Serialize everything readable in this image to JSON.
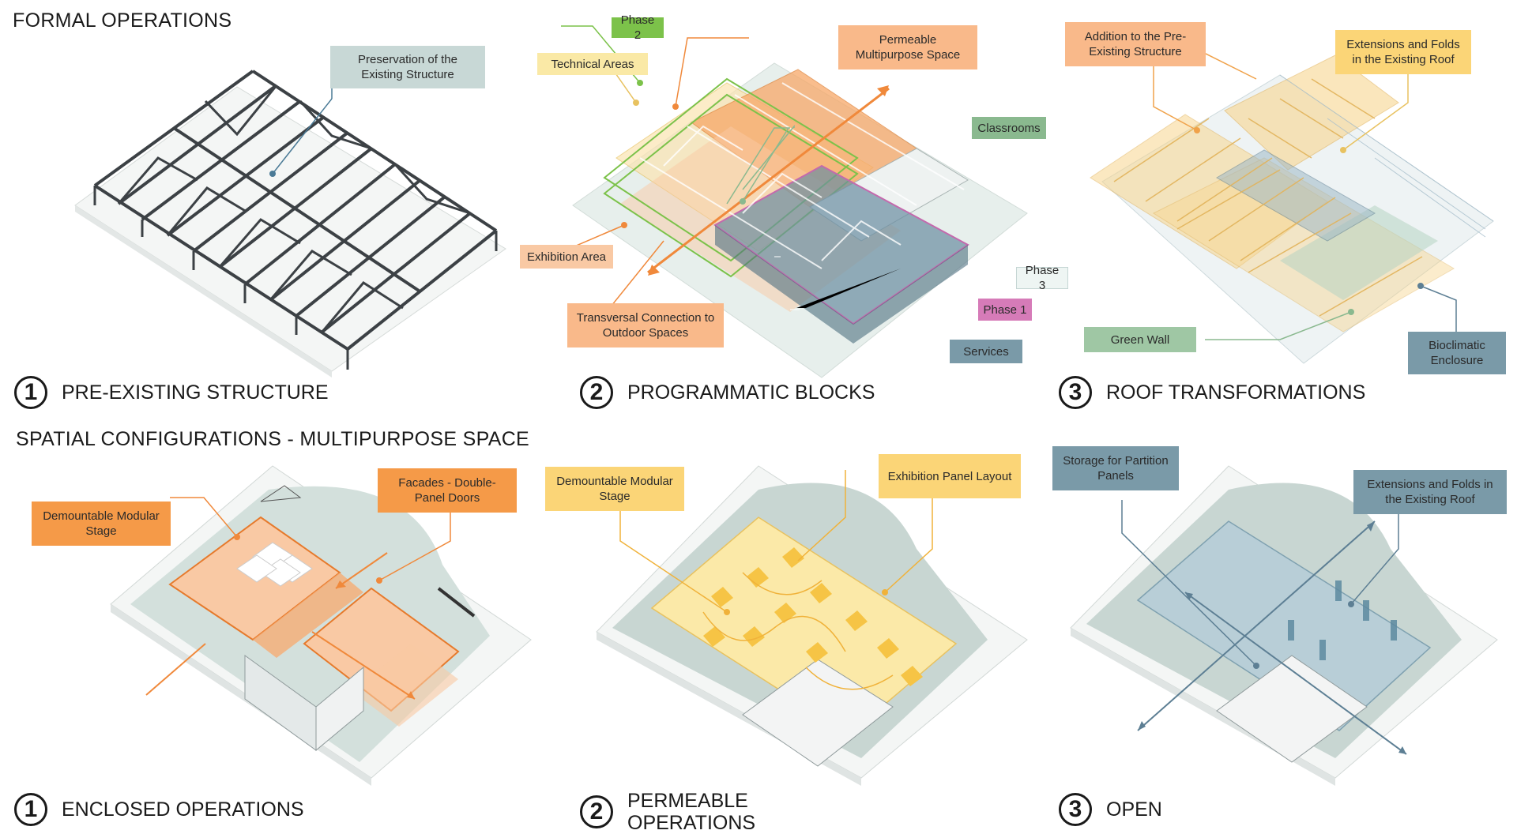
{
  "section_titles": {
    "formal": "FORMAL OPERATIONS",
    "spatial": "SPATIAL CONFIGURATIONS - MULTIPURPOSE SPACE"
  },
  "captions": {
    "c1": {
      "num": "1",
      "text": "PRE-EXISTING STRUCTURE"
    },
    "c2": {
      "num": "2",
      "text": "PROGRAMMATIC BLOCKS"
    },
    "c3": {
      "num": "3",
      "text": "ROOF TRANSFORMATIONS"
    },
    "c4": {
      "num": "1",
      "text": "ENCLOSED OPERATIONS"
    },
    "c5": {
      "num": "2",
      "text": "PERMEABLE OPERATIONS"
    },
    "c6": {
      "num": "3",
      "text": "OPEN"
    }
  },
  "labels": {
    "preservation": "Preservation of the Existing Structure",
    "phase2": "Phase 2",
    "technical": "Technical Areas",
    "permeable_space": "Permeable Multipurpose Space",
    "classrooms": "Classrooms",
    "exhibition_area": "Exhibition Area",
    "phase3": "Phase 3",
    "phase1": "Phase 1",
    "transversal": "Transversal Connection to Outdoor Spaces",
    "services": "Services",
    "addition": "Addition to the Pre-Existing Structure",
    "extensions_top": "Extensions and Folds in the Existing Roof",
    "green_wall": "Green Wall",
    "bioclimatic": "Bioclimatic Enclosure",
    "stage_enclosed": "Demountable Modular Stage",
    "facades": "Facades - Double-Panel Doors",
    "stage_permeable": "Demountable Modular Stage",
    "exhibition_panel": "Exhibition Panel Layout",
    "storage": "Storage for Partition Panels",
    "extensions_bottom": "Extensions and Folds in the Existing Roof"
  },
  "colors": {
    "orange_light": "#f9b98a",
    "orange_strong": "#f59a48",
    "yellow": "#fbd577",
    "yellow_light": "#fae9a6",
    "green_label": "#8ab98f",
    "green_phase": "#7cc24a",
    "teal_label": "#7a9aa8",
    "grey_label": "#c5d6d4",
    "pink_phase": "#d67bb8",
    "ground": "#d3e0dc"
  }
}
